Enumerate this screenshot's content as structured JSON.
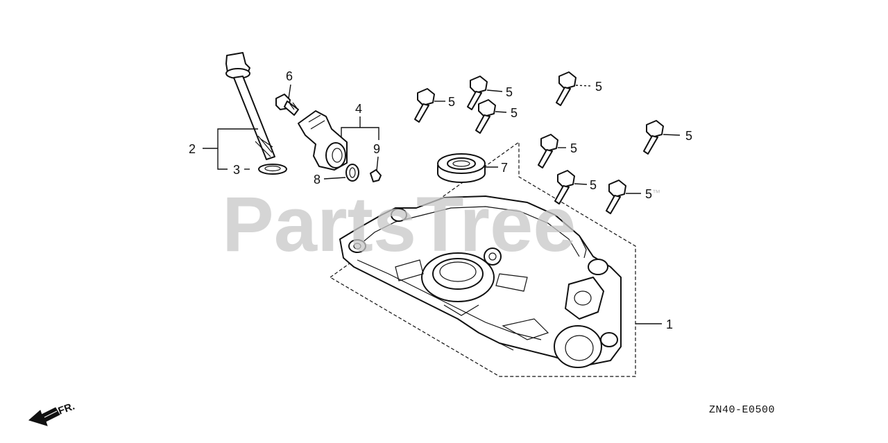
{
  "watermark": {
    "text": "PartsTree",
    "trademark": "™"
  },
  "callouts": {
    "c1": "1",
    "c2": "2",
    "c3": "3",
    "c4": "4",
    "c5": "5",
    "c6": "6",
    "c7": "7",
    "c8": "8",
    "c9": "9"
  },
  "orientation": {
    "label": "FR."
  },
  "diagram_code": "ZN40-E0500",
  "icons": [
    "front-direction-arrow-icon"
  ]
}
